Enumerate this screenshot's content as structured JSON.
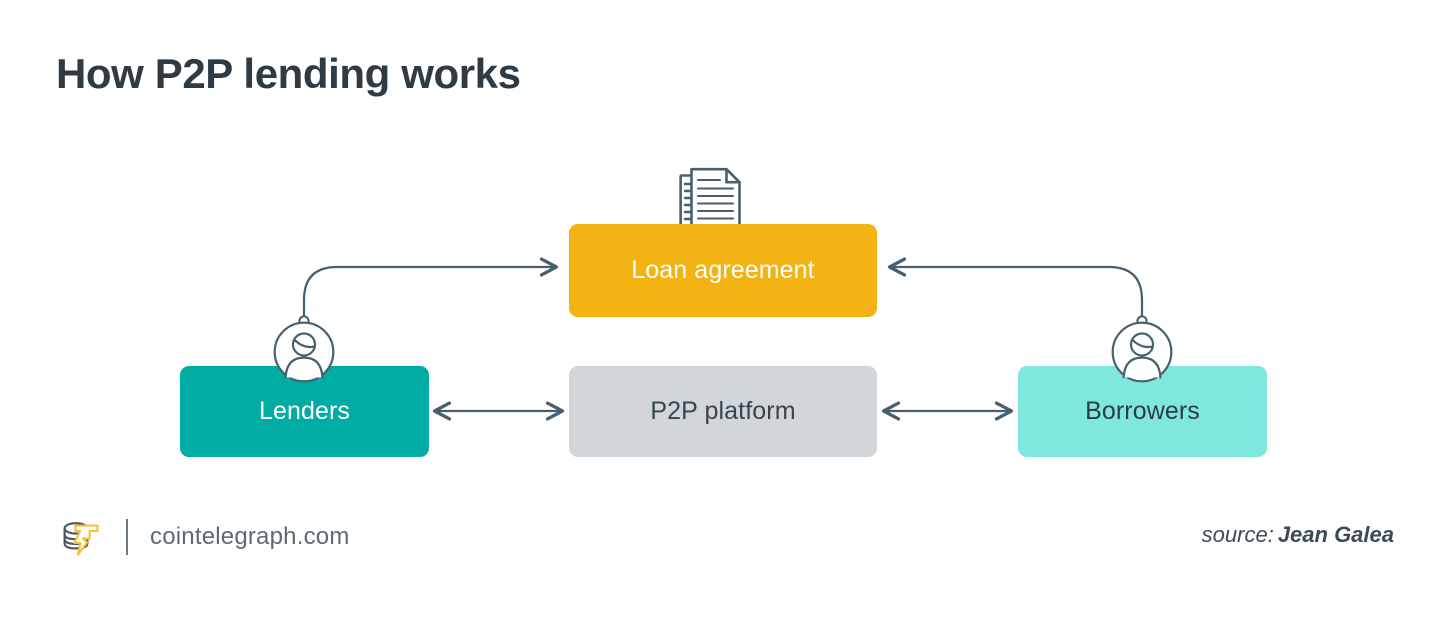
{
  "header": {
    "title": "How P2P lending works"
  },
  "diagram": {
    "type": "flow-diagram",
    "nodes": [
      {
        "id": "loan-agreement",
        "label": "Loan agreement",
        "color": "#f2b313",
        "text_color": "#ffffff",
        "icon": "document-stack-icon"
      },
      {
        "id": "lenders",
        "label": "Lenders",
        "color": "#00aca3",
        "text_color": "#ffffff",
        "icon": "person-avatar-icon"
      },
      {
        "id": "p2p-platform",
        "label": "P2P platform",
        "color": "#d2d6d9",
        "text_color": "#36454f",
        "icon": ""
      },
      {
        "id": "borrowers",
        "label": "Borrowers",
        "color": "#7ee8de",
        "text_color": "#2e3b45",
        "icon": "person-avatar-icon"
      }
    ],
    "connectors": [
      {
        "from": "lenders",
        "to": "loan-agreement",
        "style": "curved",
        "arrows": "single"
      },
      {
        "from": "borrowers",
        "to": "loan-agreement",
        "style": "curved",
        "arrows": "single"
      },
      {
        "from": "lenders",
        "to": "p2p-platform",
        "style": "straight",
        "arrows": "double"
      },
      {
        "from": "p2p-platform",
        "to": "borrowers",
        "style": "straight",
        "arrows": "double"
      }
    ],
    "line_color": "#47606f"
  },
  "footer": {
    "logo_name": "cointelegraph-logo",
    "site": "cointelegraph.com",
    "source_label": "source:",
    "source_name": "Jean Galea"
  },
  "colors": {
    "background": "#ffffff",
    "title": "#2e3b45",
    "amber": "#f2b313",
    "teal": "#00aca3",
    "aqua": "#7ee8de",
    "gray": "#d2d6d9",
    "slate": "#47606f",
    "logo_gold": "#f5c033"
  }
}
